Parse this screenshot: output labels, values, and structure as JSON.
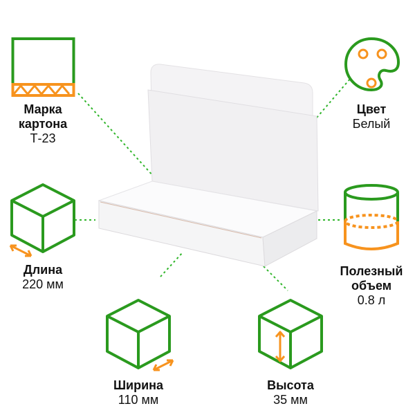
{
  "colors": {
    "green": "#2a9a1e",
    "orange": "#f7931e",
    "connector": "#2fb52a"
  },
  "specs": {
    "cardboard": {
      "title_line1": "Марка",
      "title_line2": "картона",
      "value": "Т-23",
      "icon": "corrugated-cardboard-icon"
    },
    "color": {
      "title": "Цвет",
      "value": "Белый",
      "icon": "palette-icon"
    },
    "length": {
      "title": "Длина",
      "value": "220 мм",
      "icon": "cube-length-icon"
    },
    "volume": {
      "title_line1": "Полезный",
      "title_line2": "объем",
      "value": "0.8 л",
      "icon": "cylinder-volume-icon"
    },
    "width": {
      "title": "Ширина",
      "value": "110 мм",
      "icon": "cube-width-icon"
    },
    "height": {
      "title": "Высота",
      "value": "35 мм",
      "icon": "cube-height-icon"
    }
  }
}
